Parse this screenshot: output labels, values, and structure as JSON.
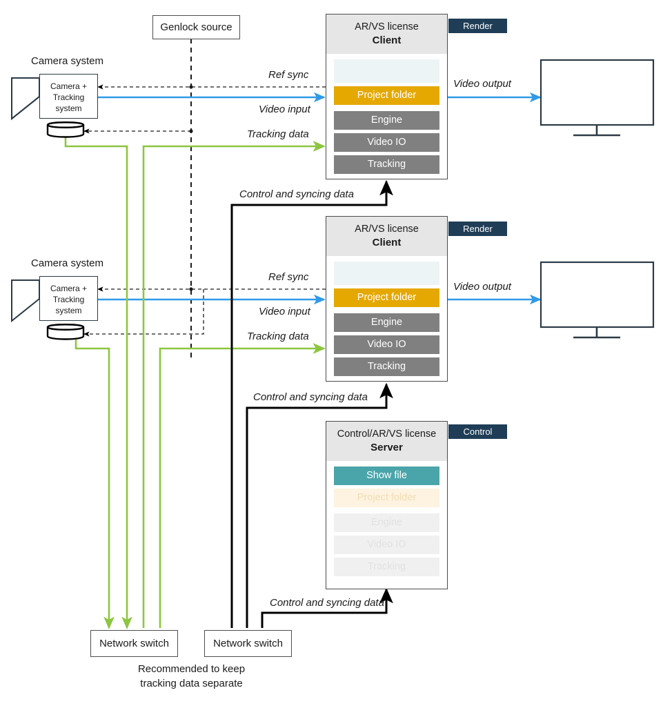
{
  "diagram": {
    "title": "AR/VS multi-client camera tracking topology",
    "colors": {
      "video_blue": "#2e9ae8",
      "tracking_green": "#8cc63f",
      "control_black": "#000000",
      "genlock_dashed": "#1a1a1a",
      "project_folder_orange": "#e5a800",
      "show_file_teal": "#4aa5aa",
      "module_grey": "#808080",
      "badge_navy": "#1f3d56",
      "header_grey": "#e6e6e6"
    }
  },
  "genlock": {
    "label": "Genlock source"
  },
  "cameras": [
    {
      "title": "Camera system",
      "body_line1": "Camera +",
      "body_line2": "Tracking",
      "body_line3": "system",
      "tracker_icon": "tracking-puck-icon"
    },
    {
      "title": "Camera system",
      "body_line1": "Camera +",
      "body_line2": "Tracking",
      "body_line3": "system",
      "tracker_icon": "tracking-puck-icon"
    }
  ],
  "clients": [
    {
      "license": "AR/VS license",
      "role": "Client",
      "badge": "Render",
      "modules": [
        {
          "name": "",
          "style": "blank"
        },
        {
          "name": "Project folder",
          "style": "orange"
        },
        {
          "name": "Engine",
          "style": "grey"
        },
        {
          "name": "Video IO",
          "style": "grey"
        },
        {
          "name": "Tracking",
          "style": "grey"
        }
      ]
    },
    {
      "license": "AR/VS license",
      "role": "Client",
      "badge": "Render",
      "modules": [
        {
          "name": "",
          "style": "blank"
        },
        {
          "name": "Project folder",
          "style": "orange"
        },
        {
          "name": "Engine",
          "style": "grey"
        },
        {
          "name": "Video IO",
          "style": "grey"
        },
        {
          "name": "Tracking",
          "style": "grey"
        }
      ]
    }
  ],
  "server": {
    "license": "Control/AR/VS license",
    "role": "Server",
    "badge": "Control",
    "modules": [
      {
        "name": "Show file",
        "style": "teal"
      },
      {
        "name": "Project folder",
        "style": "faint-orange"
      },
      {
        "name": "Engine",
        "style": "faint-grey"
      },
      {
        "name": "Video IO",
        "style": "faint-grey"
      },
      {
        "name": "Tracking",
        "style": "faint-grey"
      }
    ]
  },
  "switches": [
    {
      "label": "Network switch"
    },
    {
      "label": "Network switch"
    }
  ],
  "connection_labels": {
    "ref_sync_1": "Ref sync",
    "video_input_1": "Video input",
    "tracking_data_1": "Tracking data",
    "video_output_1": "Video output",
    "control_sync_1": "Control and syncing data",
    "ref_sync_2": "Ref sync",
    "video_input_2": "Video input",
    "tracking_data_2": "Tracking data",
    "video_output_2": "Video output",
    "control_sync_2": "Control and syncing data",
    "control_sync_3": "Control and syncing data"
  },
  "note": {
    "line1": "Recommended to keep",
    "line2": "tracking data separate"
  },
  "monitors": [
    {
      "icon": "monitor-icon"
    },
    {
      "icon": "monitor-icon"
    }
  ]
}
